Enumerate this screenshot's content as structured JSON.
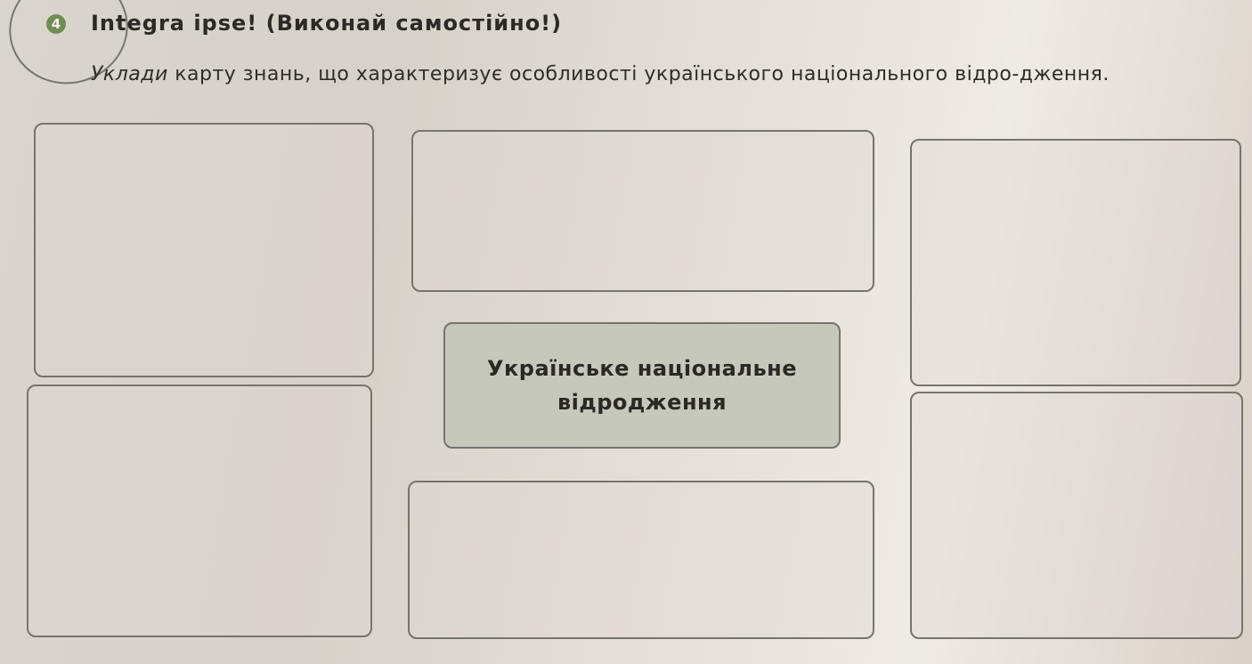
{
  "task": {
    "number": "4",
    "title": "Integra ipse! (Виконай самостійно!)",
    "instruction_lead": "Уклади",
    "instruction_rest": " карту знань, що характеризує особливості українського національного відро-дження."
  },
  "knowledge_map": {
    "center_line1": "Українське національне",
    "center_line2": "відродження",
    "boxes": [
      {
        "id": "top-left",
        "value": ""
      },
      {
        "id": "top-center",
        "value": ""
      },
      {
        "id": "top-right",
        "value": ""
      },
      {
        "id": "bottom-left",
        "value": ""
      },
      {
        "id": "bottom-center",
        "value": ""
      },
      {
        "id": "bottom-right",
        "value": ""
      }
    ]
  }
}
